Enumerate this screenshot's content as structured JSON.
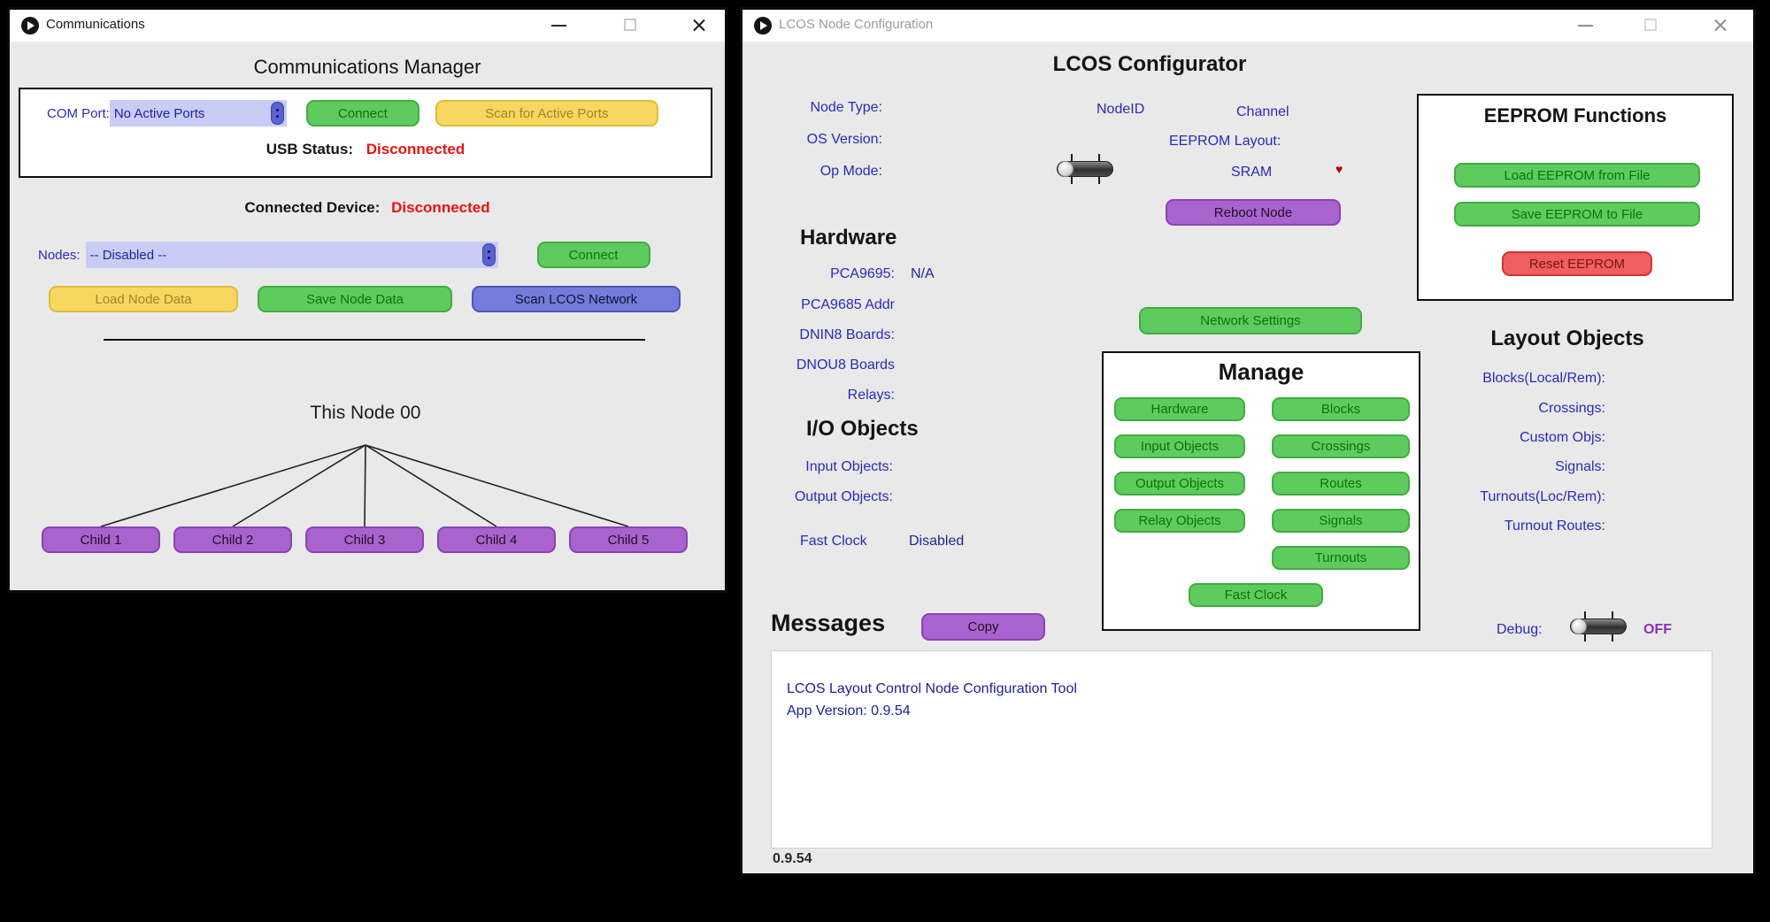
{
  "icons": {
    "app": "play-circle",
    "heart": "♥"
  },
  "colors": {
    "button_green": "#5ecb5e",
    "button_yellow": "#f7d75f",
    "button_purple": "#a863cf",
    "button_blue": "#747bdb",
    "button_red": "#f05f5f",
    "label_blue": "#2a2ab8",
    "status_red": "#ea1212",
    "debug_off_purple": "#8a2fc0",
    "combo_lavender": "#c9cdf5",
    "window_bg": "#e9e9e9"
  },
  "left_window": {
    "title": "Communications",
    "heading": "Communications Manager",
    "com_group": {
      "port_label": "COM Port:",
      "port_value": "No Active Ports",
      "connect": "Connect",
      "scan": "Scan for Active Ports",
      "usb_label": "USB Status:",
      "usb_value": "Disconnected"
    },
    "device_label": "Connected Device:",
    "device_value": "Disconnected",
    "nodes_label": "Nodes:",
    "nodes_value": "-- Disabled --",
    "nodes_connect": "Connect",
    "actions": {
      "load": "Load Node Data",
      "save": "Save Node Data",
      "scan": "Scan LCOS Network"
    },
    "tree": {
      "root": "This Node 00",
      "children": [
        "Child 1",
        "Child 2",
        "Child 3",
        "Child 4",
        "Child 5"
      ]
    }
  },
  "right_window": {
    "title": "LCOS Node Configuration",
    "heading": "LCOS Configurator",
    "info": {
      "node_type_label": "Node Type:",
      "os_version_label": "OS Version:",
      "op_mode_label": "Op Mode:",
      "nodeid_label": "NodeID",
      "channel_label": "Channel",
      "eeprom_layout_label": "EEPROM Layout:",
      "eeprom_layout_value": "SRAM",
      "reboot": "Reboot Node"
    },
    "hardware": {
      "heading": "Hardware",
      "labels": [
        "PCA9695:",
        "PCA9685 Addr",
        "DNIN8 Boards:",
        "DNOU8 Boards",
        "Relays:"
      ],
      "pca9695_value": "N/A"
    },
    "io": {
      "heading": "I/O Objects",
      "input_label": "Input Objects:",
      "output_label": "Output Objects:",
      "fastclock_label": "Fast Clock",
      "fastclock_value": "Disabled"
    },
    "network_settings": "Network Settings",
    "manage": {
      "heading": "Manage",
      "left_buttons": [
        "Hardware",
        "Input Objects",
        "Output Objects",
        "Relay Objects"
      ],
      "right_buttons": [
        "Blocks",
        "Crossings",
        "Routes",
        "Signals",
        "Turnouts"
      ],
      "bottom_button": "Fast Clock"
    },
    "eeprom": {
      "heading": "EEPROM Functions",
      "load": "Load EEPROM from File",
      "save": "Save EEPROM to File",
      "reset": "Reset EEPROM"
    },
    "layout_objects": {
      "heading": "Layout Objects",
      "labels": [
        "Blocks(Local/Rem):",
        "Crossings:",
        "Custom Objs:",
        "Signals:",
        "Turnouts(Loc/Rem):",
        "Turnout Routes:"
      ]
    },
    "messages": {
      "heading": "Messages",
      "copy": "Copy",
      "debug_label": "Debug:",
      "debug_value": "OFF",
      "lines": [
        "LCOS Layout Control Node Configuration Tool",
        "App Version: 0.9.54"
      ],
      "version": "0.9.54"
    }
  }
}
